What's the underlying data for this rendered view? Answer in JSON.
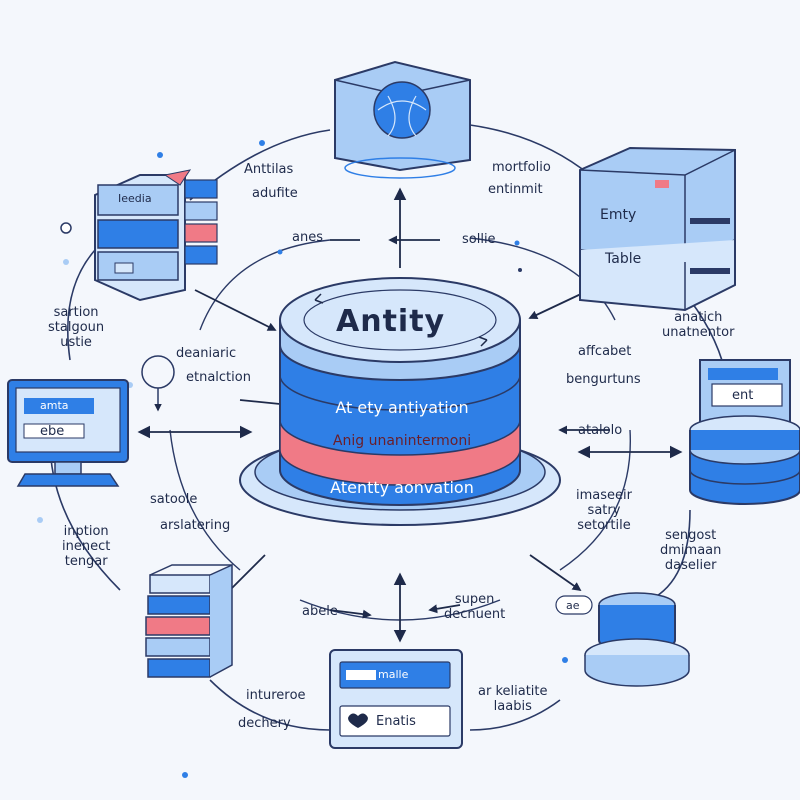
{
  "center": {
    "title": "Antity",
    "band_top": "At ety antiyation",
    "band_middle": "Anig unanintermoni",
    "band_bottom": "Atentty aonvation"
  },
  "nodes": {
    "top_left_server": {
      "label": "Ieedia"
    },
    "top_right_box": {
      "line1": "Emty",
      "line2": "Table"
    },
    "left_monitor": {
      "line1": "amta",
      "line2": "ebe"
    },
    "right_stack": {
      "label": "ent"
    },
    "bottom_card": {
      "line1": "malle",
      "line2": "Enatis"
    },
    "bottom_right_cyl": {
      "label": "ae"
    }
  },
  "labels": {
    "anttilas": "Anttilas",
    "adufite": "adufite",
    "mortfoiio": "mortfolio",
    "entinmit": "entinmit",
    "anes": "anes",
    "sollie": "sollie",
    "sartion": "sartion\nstalgoun\nustie",
    "deaniaric": "deaniaric",
    "etnalction": "etnalction",
    "anatich": "anatich\nunatnentor",
    "affcabet": "affcabet",
    "bengurtuns": "bengurtuns",
    "atalolo": "atalolo",
    "satoole": "satoole",
    "arslatering": "arslatering",
    "imaseeir": "imaseeir\nsatry\nsetortile",
    "inption": "inption\ninenect\ntengar",
    "sengost": "sengost\ndmimaan\ndaselier",
    "abele": "abele",
    "supen": "supen\ndecnuent",
    "intureroe": "inturerоe",
    "dechery": "dechery",
    "arkelialite": "ar keliatite\nlaabis"
  },
  "colors": {
    "blue": "#2f7fe6",
    "light_blue": "#a9ccf5",
    "pale_blue": "#d6e7fb",
    "red": "#f07a86",
    "outline": "#2b3a66"
  }
}
